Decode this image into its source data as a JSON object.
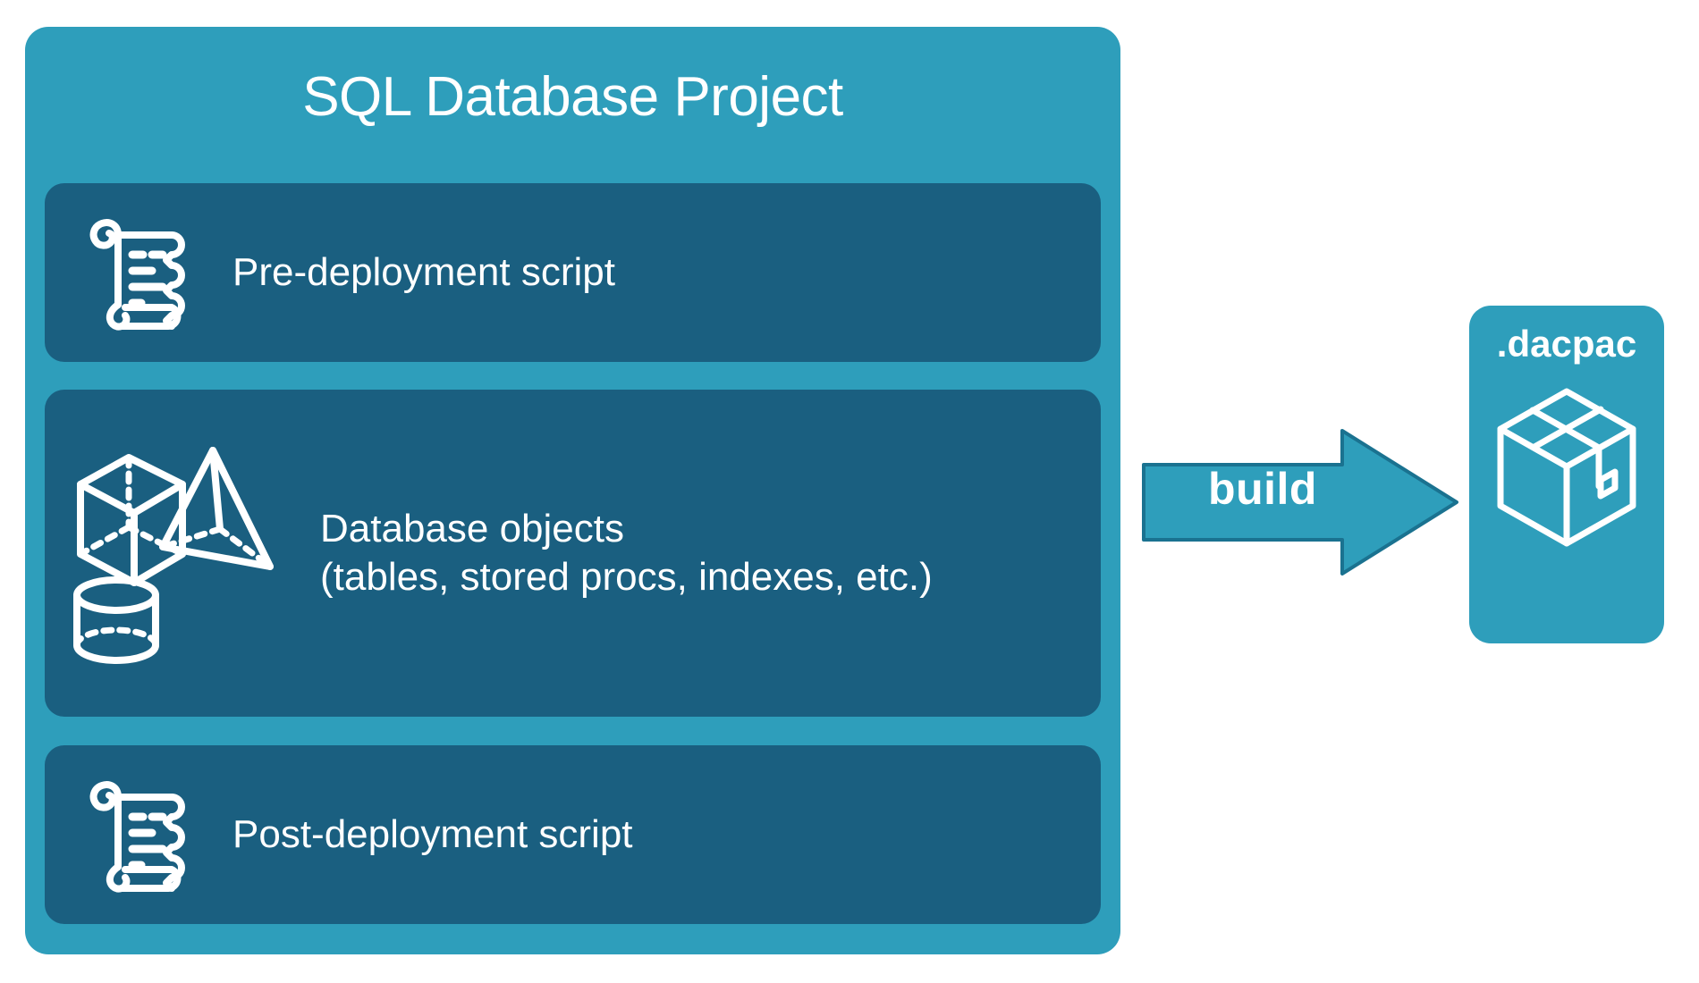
{
  "diagram": {
    "title": "SQL Database Project build to .dacpac",
    "colors": {
      "accent": "#2e9ebb",
      "card": "#1a5f80",
      "stroke": "#ffffff",
      "background": "#ffffff",
      "arrow_fill": "#2e9ebb",
      "arrow_stroke": "#1a7290"
    }
  },
  "project": {
    "title": "SQL Database Project",
    "cards": [
      {
        "id": "pre-deployment",
        "label": "Pre-deployment script",
        "icon": "scroll-icon"
      },
      {
        "id": "database-objects",
        "label": "Database objects\n(tables, stored procs, indexes, etc.)",
        "label_line1": "Database objects",
        "label_line2": "(tables, stored procs, indexes, etc.)",
        "icon": "shapes-icon"
      },
      {
        "id": "post-deployment",
        "label": "Post-deployment script",
        "icon": "scroll-icon"
      }
    ]
  },
  "arrow": {
    "label": "build",
    "direction": "right",
    "icon": "arrow-right-icon"
  },
  "output": {
    "title": ".dacpac",
    "icon": "package-box-icon"
  }
}
